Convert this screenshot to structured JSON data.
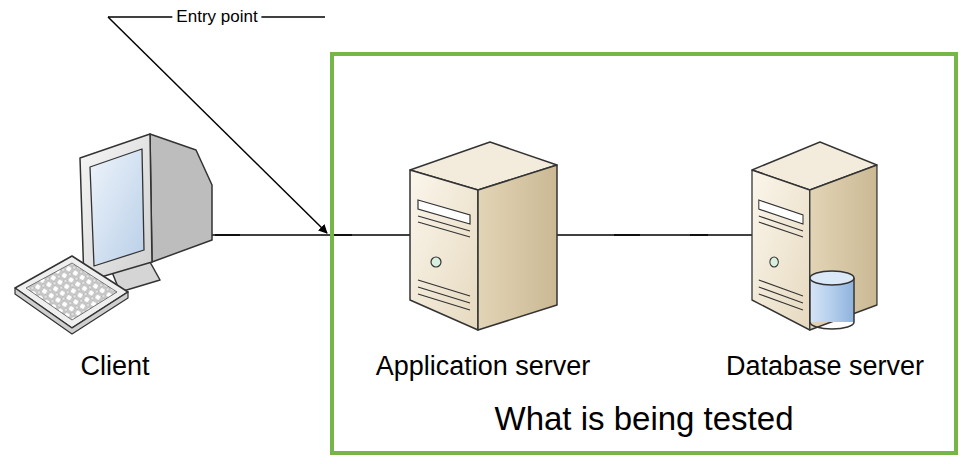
{
  "diagram": {
    "nodes": [
      {
        "text": [
          "Client"
        ]
      },
      {
        "text": [
          "What is being tested"
        ]
      },
      {
        "text": [
          "Application server"
        ],
        "in": 1
      },
      {
        "text": [
          "Database server"
        ],
        "in": 1
      }
    ],
    "edges": [
      {
        "from": 0,
        "to": 2,
        "arrow": "none"
      },
      {
        "from": 2,
        "to": 3,
        "arrow": "none"
      }
    ],
    "labels": [
      "Entry point"
    ]
  }
}
